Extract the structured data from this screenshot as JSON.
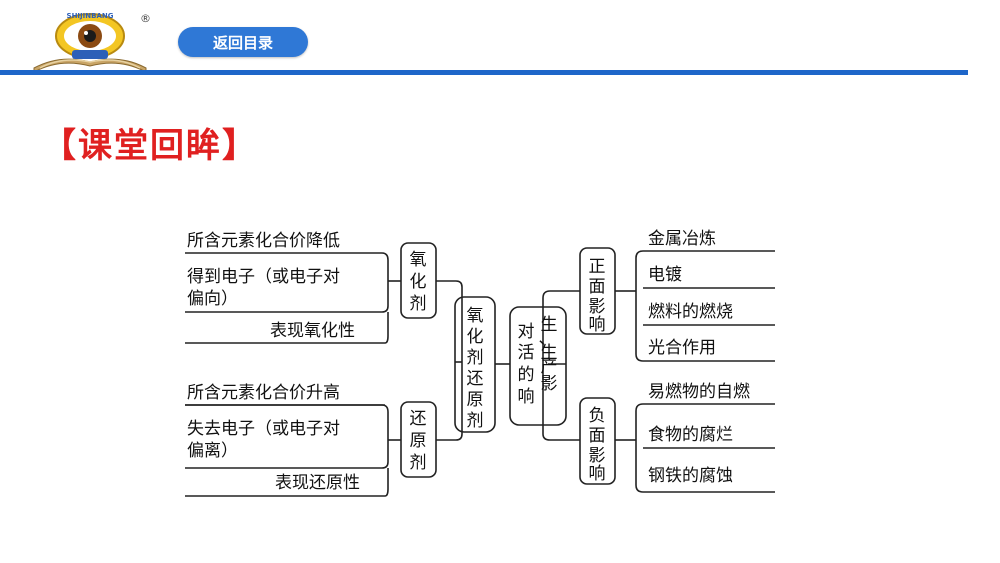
{
  "header": {
    "logo_text": "SHIJINBANG",
    "registered_mark": "®",
    "back_button_label": "返回目录",
    "accent_color": "#1e66c9",
    "button_color": "#2f78d6"
  },
  "title": "【课堂回眸】",
  "title_color": "#e02020",
  "diagram": {
    "center": [
      "氧",
      "化",
      "剂",
      "还",
      "原",
      "剂"
    ],
    "oxidant": {
      "label": [
        "氧",
        "化",
        "剂"
      ],
      "items": [
        {
          "lines": [
            "所含元素化合价降低"
          ]
        },
        {
          "lines": [
            "得到电子（或电子对",
            "偏向）"
          ]
        },
        {
          "lines": [
            "表现氧化性"
          ]
        }
      ]
    },
    "reductant": {
      "label": [
        "还",
        "原",
        "剂"
      ],
      "items": [
        {
          "lines": [
            "所含元素化合价升高"
          ]
        },
        {
          "lines": [
            "失去电子（或电子对",
            "偏离）"
          ]
        },
        {
          "lines": [
            "表现还原性"
          ]
        }
      ]
    },
    "impact": {
      "label_col1": [
        "对",
        "活",
        "的",
        "响"
      ],
      "label_col2": [
        "生",
        "、",
        "生",
        "产",
        "影"
      ],
      "positive": {
        "label": [
          "正",
          "面",
          "影",
          "响"
        ],
        "items": [
          "金属冶炼",
          "电镀",
          "燃料的燃烧",
          "光合作用"
        ]
      },
      "negative": {
        "label": [
          "负",
          "面",
          "影",
          "响"
        ],
        "items": [
          "易燃物的自燃",
          "食物的腐烂",
          "钢铁的腐蚀"
        ]
      }
    }
  }
}
